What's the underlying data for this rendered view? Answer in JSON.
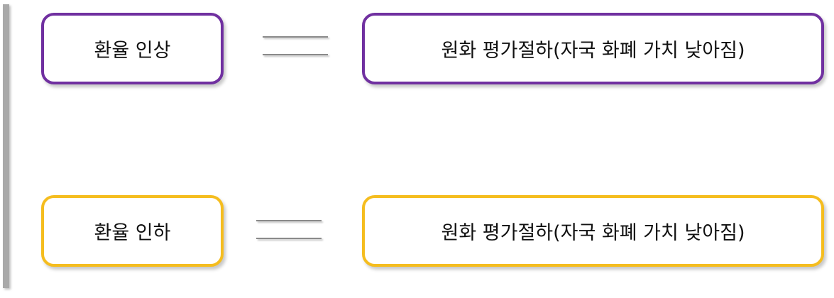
{
  "rows": [
    {
      "term": "환율 인상",
      "result": "원화 평가절하(자국 화폐 가치 낮아짐)",
      "color": "#7030a0"
    },
    {
      "term": "환율 인하",
      "result": "원화 평가절하(자국 화폐 가치 낮아짐)",
      "color": "#f5bd1f"
    }
  ],
  "connector": "equals-sign"
}
